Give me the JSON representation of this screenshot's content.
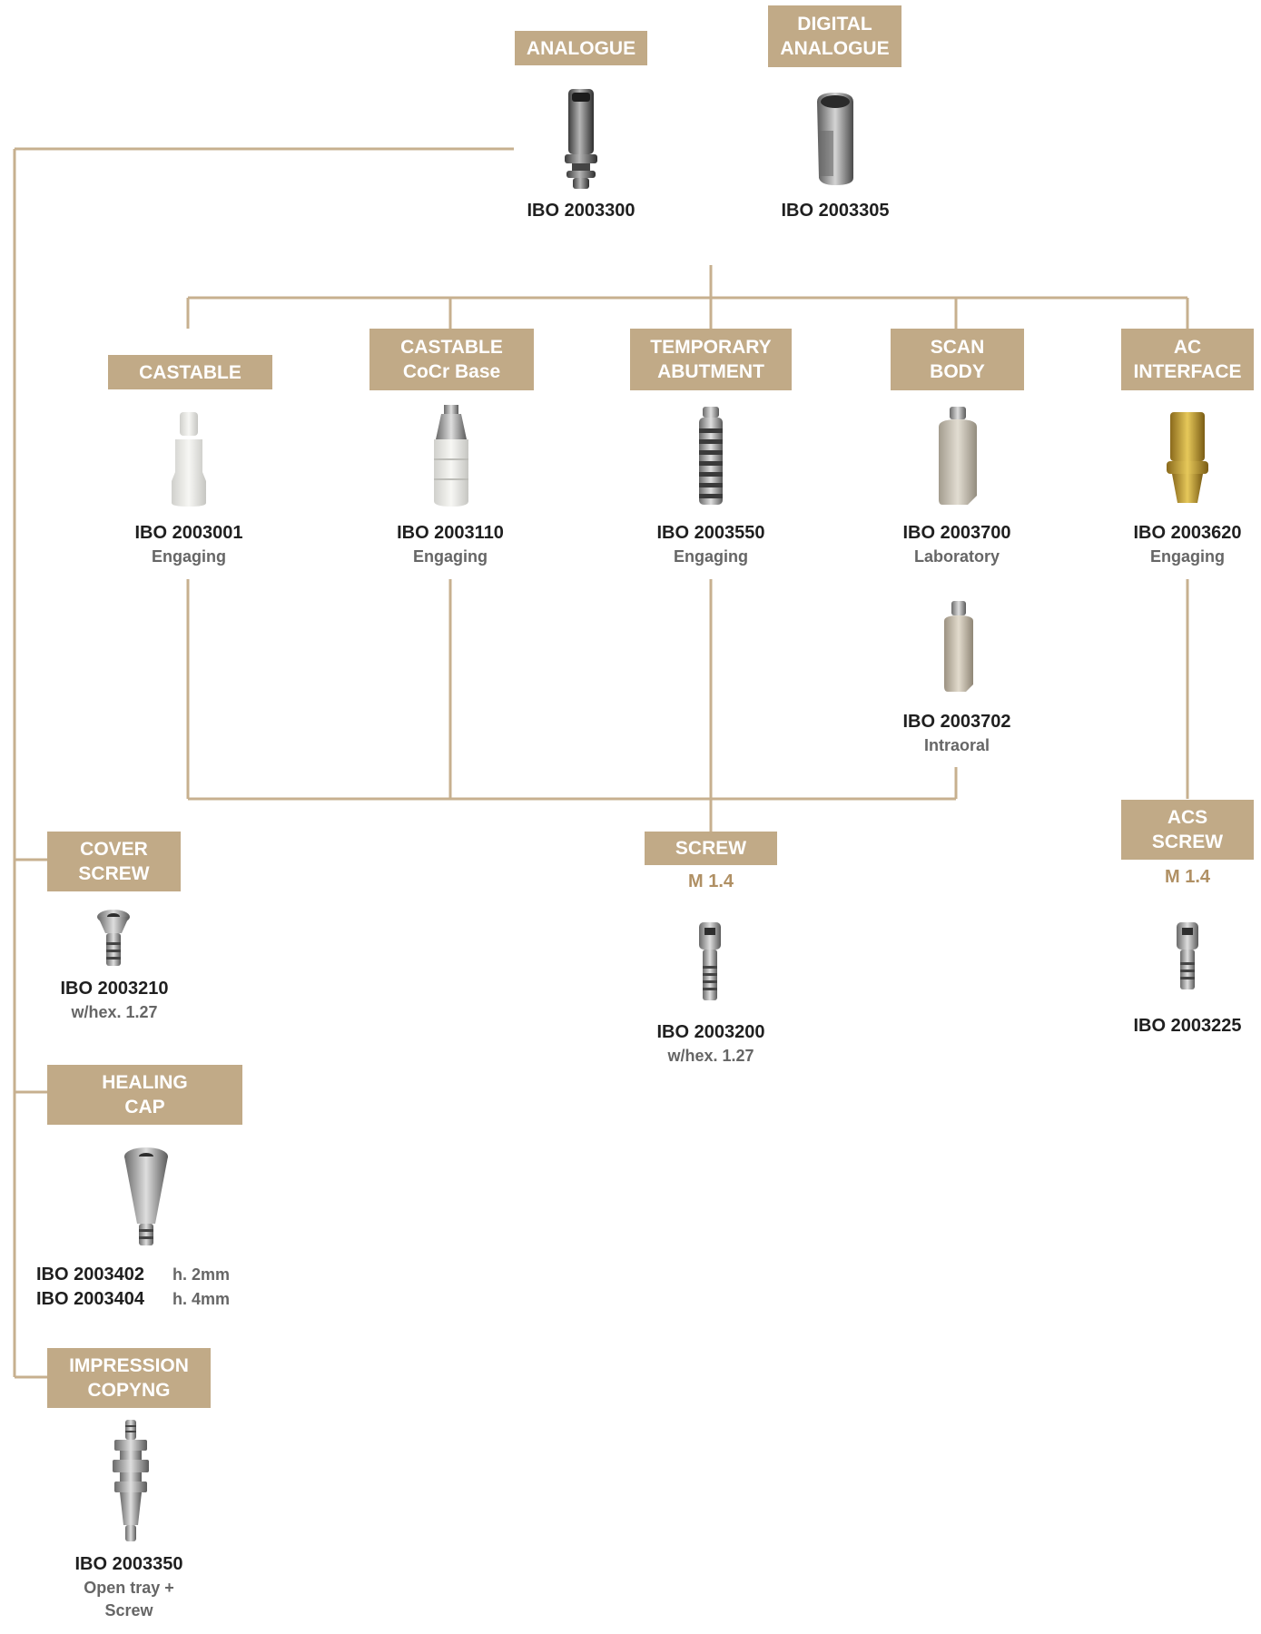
{
  "colors": {
    "label_bg": "#c1aa87",
    "line": "#c7b08f",
    "accent_text": "#b09064",
    "code_text": "#1f1f1f",
    "sub_text": "#666666"
  },
  "top": {
    "analogue": {
      "label": "ANALOGUE",
      "code": "IBO 2003300",
      "image": "analogue-icon"
    },
    "digital_analogue": {
      "label_1": "DIGITAL",
      "label_2": "ANALOGUE",
      "code": "IBO 2003305",
      "image": "digital-analogue-icon"
    }
  },
  "abutments": [
    {
      "label_1": "CASTABLE",
      "label_2": "",
      "code": "IBO 2003001",
      "sub": "Engaging",
      "image": "castable-icon"
    },
    {
      "label_1": "CASTABLE",
      "label_2": "CoCr Base",
      "code": "IBO 2003110",
      "sub": "Engaging",
      "image": "castable-cocr-icon"
    },
    {
      "label_1": "TEMPORARY",
      "label_2": "ABUTMENT",
      "code": "IBO 2003550",
      "sub": "Engaging",
      "image": "temporary-abutment-icon"
    },
    {
      "label_1": "SCAN",
      "label_2": "BODY",
      "code": "IBO 2003700",
      "sub": "Laboratory",
      "image": "scan-body-icon"
    },
    {
      "label_1": "AC",
      "label_2": "INTERFACE",
      "code": "IBO 2003620",
      "sub": "Engaging",
      "image": "ac-interface-icon"
    }
  ],
  "scan_body_intraoral": {
    "code": "IBO 2003702",
    "sub": "Intraoral",
    "image": "scan-body-intraoral-icon"
  },
  "screw": {
    "label": "SCREW",
    "spec": "M 1.4",
    "code": "IBO 2003200",
    "sub": "w/hex. 1.27",
    "image": "screw-icon"
  },
  "acs_screw": {
    "label_1": "ACS",
    "label_2": "SCREW",
    "spec": "M 1.4",
    "code": "IBO 2003225",
    "image": "acs-screw-icon"
  },
  "cover_screw": {
    "label_1": "COVER",
    "label_2": "SCREW",
    "code": "IBO 2003210",
    "sub": "w/hex. 1.27",
    "image": "cover-screw-icon"
  },
  "healing_cap": {
    "label_1": "HEALING",
    "label_2": "CAP",
    "code_1": "IBO 2003402",
    "height_1": "h. 2mm",
    "code_2": "IBO 2003404",
    "height_2": "h. 4mm",
    "image": "healing-cap-icon"
  },
  "impression_copying": {
    "label_1": "IMPRESSION",
    "label_2": "COPYNG",
    "code": "IBO 2003350",
    "sub_1": "Open tray +",
    "sub_2": "Screw",
    "image": "impression-coping-icon"
  }
}
